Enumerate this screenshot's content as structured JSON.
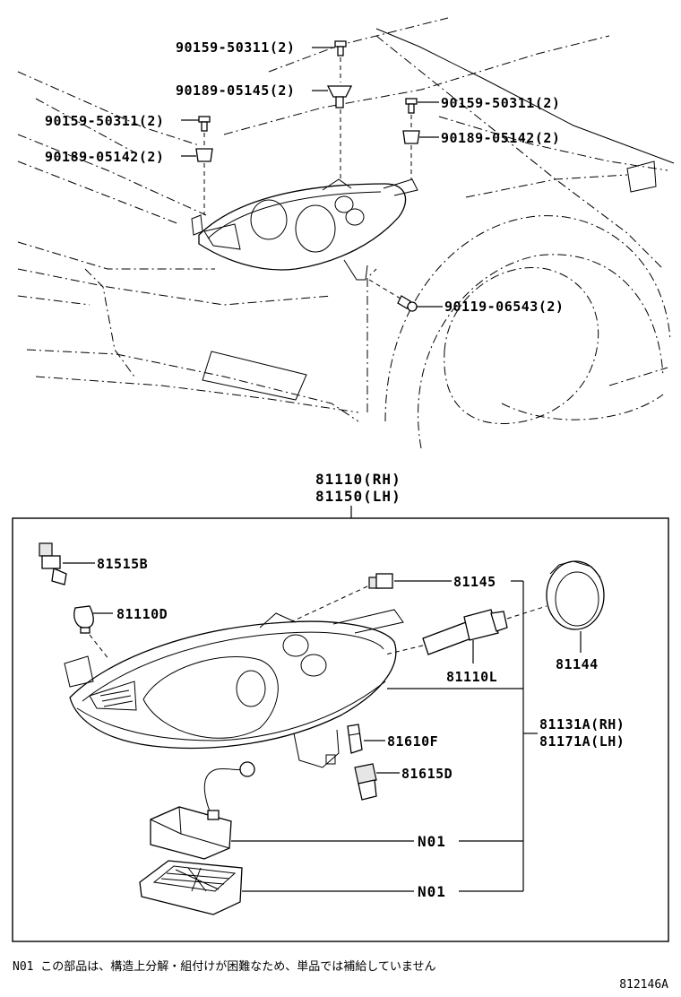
{
  "callouts_top": [
    {
      "part_no": "90159-50311",
      "qty": "(2)"
    },
    {
      "part_no": "90189-05145",
      "qty": "(2)"
    },
    {
      "part_no": "90159-50311",
      "qty": "(2)"
    },
    {
      "part_no": "90189-05142",
      "qty": "(2)"
    },
    {
      "part_no": "90159-50311",
      "qty": "(2)"
    },
    {
      "part_no": "90189-05142",
      "qty": "(2)"
    },
    {
      "part_no": "90119-06543",
      "qty": "(2)"
    }
  ],
  "assembly": {
    "rh": "81110(RH)",
    "lh": "81150(LH)"
  },
  "callouts_box": {
    "p81515b": "81515B",
    "p81110d": "81110D",
    "p81145": "81145",
    "p81144": "81144",
    "p81110l": "81110L",
    "p81131a": "81131A(RH)",
    "p81171a": "81171A(LH)",
    "p81610f": "81610F",
    "p81615d": "81615D",
    "n01_upper": "N01",
    "n01_lower": "N01"
  },
  "footnote": "N01 この部品は、構造上分解・組付けが困難なため、単品では補給していません",
  "doc_id": "812146A"
}
